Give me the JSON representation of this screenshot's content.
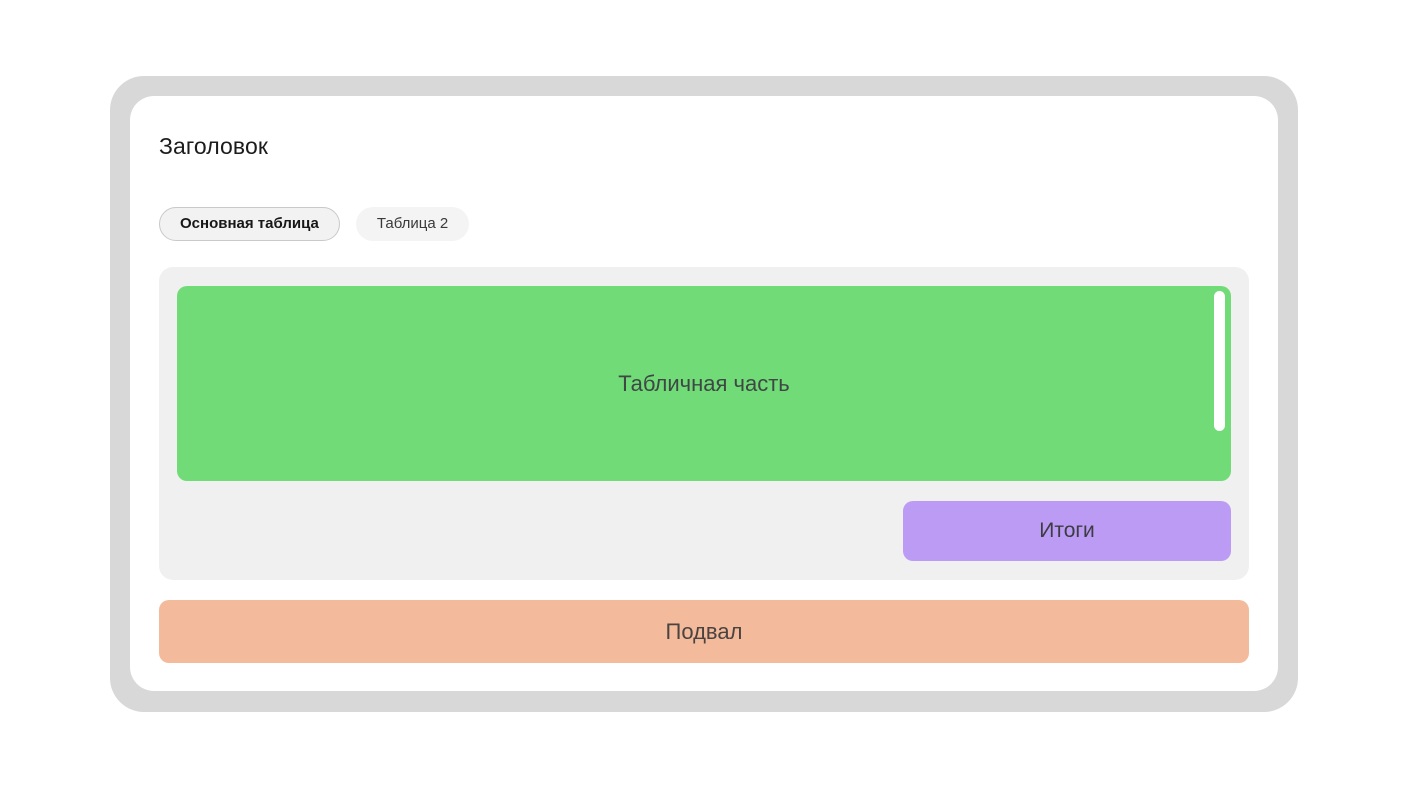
{
  "window": {
    "frame_color": "#d8d8d8",
    "card_color": "#ffffff"
  },
  "header": {
    "title": "Заголовок"
  },
  "tabs": {
    "items": [
      {
        "label": "Основная таблица",
        "active": true
      },
      {
        "label": "Таблица 2",
        "active": false
      }
    ]
  },
  "table_section": {
    "container_color": "#f0f0f0",
    "body": {
      "label": "Табличная часть",
      "color": "#71db78",
      "scrollbar": {
        "name": "vertical-scrollbar",
        "thumb_color": "#ffffff"
      }
    },
    "totals": {
      "label": "Итоги",
      "color": "#bc9bf5"
    }
  },
  "footer": {
    "label": "Подвал",
    "color": "#f3ba9c"
  }
}
